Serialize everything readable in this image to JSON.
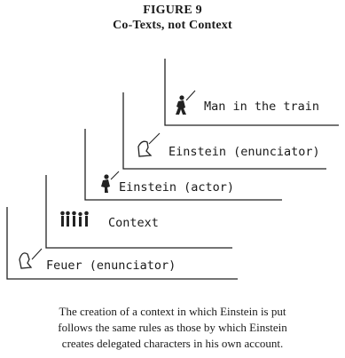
{
  "figure": {
    "title": "FIGURE 9",
    "subtitle": "Co-Texts, not Context"
  },
  "levels": [
    {
      "label": "Feuer (enunciator)",
      "icon": "enunciator-figure-icon"
    },
    {
      "label": "Context",
      "icon": "group-of-figures-icon"
    },
    {
      "label": "Einstein (actor)",
      "icon": "actor-figure-icon"
    },
    {
      "label": "Einstein (enunciator)",
      "icon": "enunciator-figure-icon"
    },
    {
      "label": "Man in the train",
      "icon": "walking-man-icon"
    }
  ],
  "caption": [
    "The creation of a context in which Einstein is put",
    "follows the same rules as those by which Einstein",
    "creates delegated characters in his own account."
  ]
}
